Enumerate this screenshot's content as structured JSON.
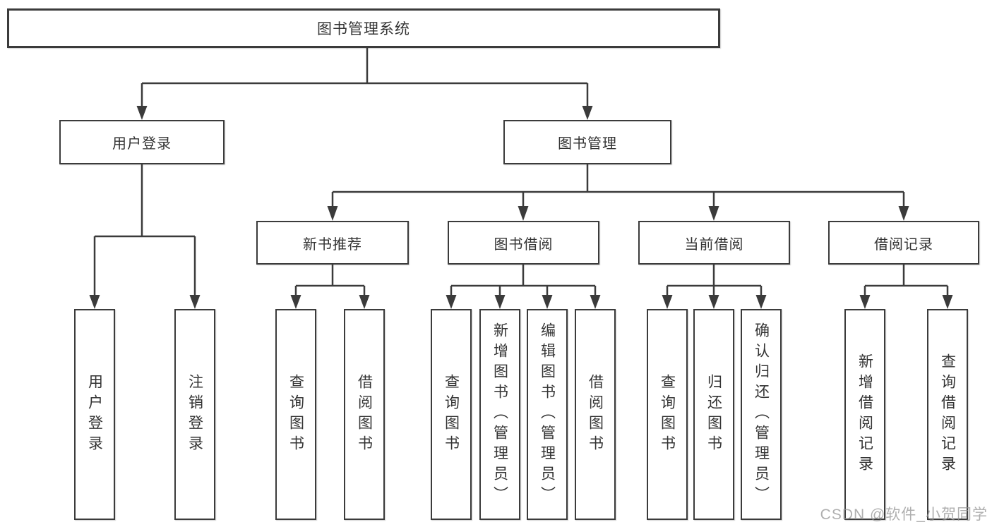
{
  "diagram": {
    "root": {
      "label": "图书管理系统"
    },
    "level2": [
      {
        "label": "用户登录"
      },
      {
        "label": "图书管理"
      }
    ],
    "level3": [
      {
        "label": "新书推荐",
        "parent": "图书管理"
      },
      {
        "label": "图书借阅",
        "parent": "图书管理"
      },
      {
        "label": "当前借阅",
        "parent": "图书管理"
      },
      {
        "label": "借阅记录",
        "parent": "图书管理"
      }
    ],
    "leaves": [
      {
        "label": "用户登录",
        "parent": "用户登录"
      },
      {
        "label": "注销登录",
        "parent": "用户登录"
      },
      {
        "label": "查询图书",
        "parent": "新书推荐"
      },
      {
        "label": "借阅图书",
        "parent": "新书推荐"
      },
      {
        "label": "查询图书",
        "parent": "图书借阅"
      },
      {
        "label": "新增图书（管理员）",
        "parent": "图书借阅"
      },
      {
        "label": "编辑图书（管理员）",
        "parent": "图书借阅"
      },
      {
        "label": "借阅图书",
        "parent": "图书借阅"
      },
      {
        "label": "查询图书",
        "parent": "当前借阅"
      },
      {
        "label": "归还图书",
        "parent": "当前借阅"
      },
      {
        "label": "确认归还（管理员）",
        "parent": "当前借阅"
      },
      {
        "label": "新增借阅记录",
        "parent": "借阅记录"
      },
      {
        "label": "查询借阅记录",
        "parent": "借阅记录"
      }
    ]
  },
  "watermark": {
    "text": "CSDN @软件_小贺同学"
  },
  "colors": {
    "line": "#3b3b3b",
    "text": "#333333",
    "background": "#ffffff",
    "watermark": "#949494"
  }
}
